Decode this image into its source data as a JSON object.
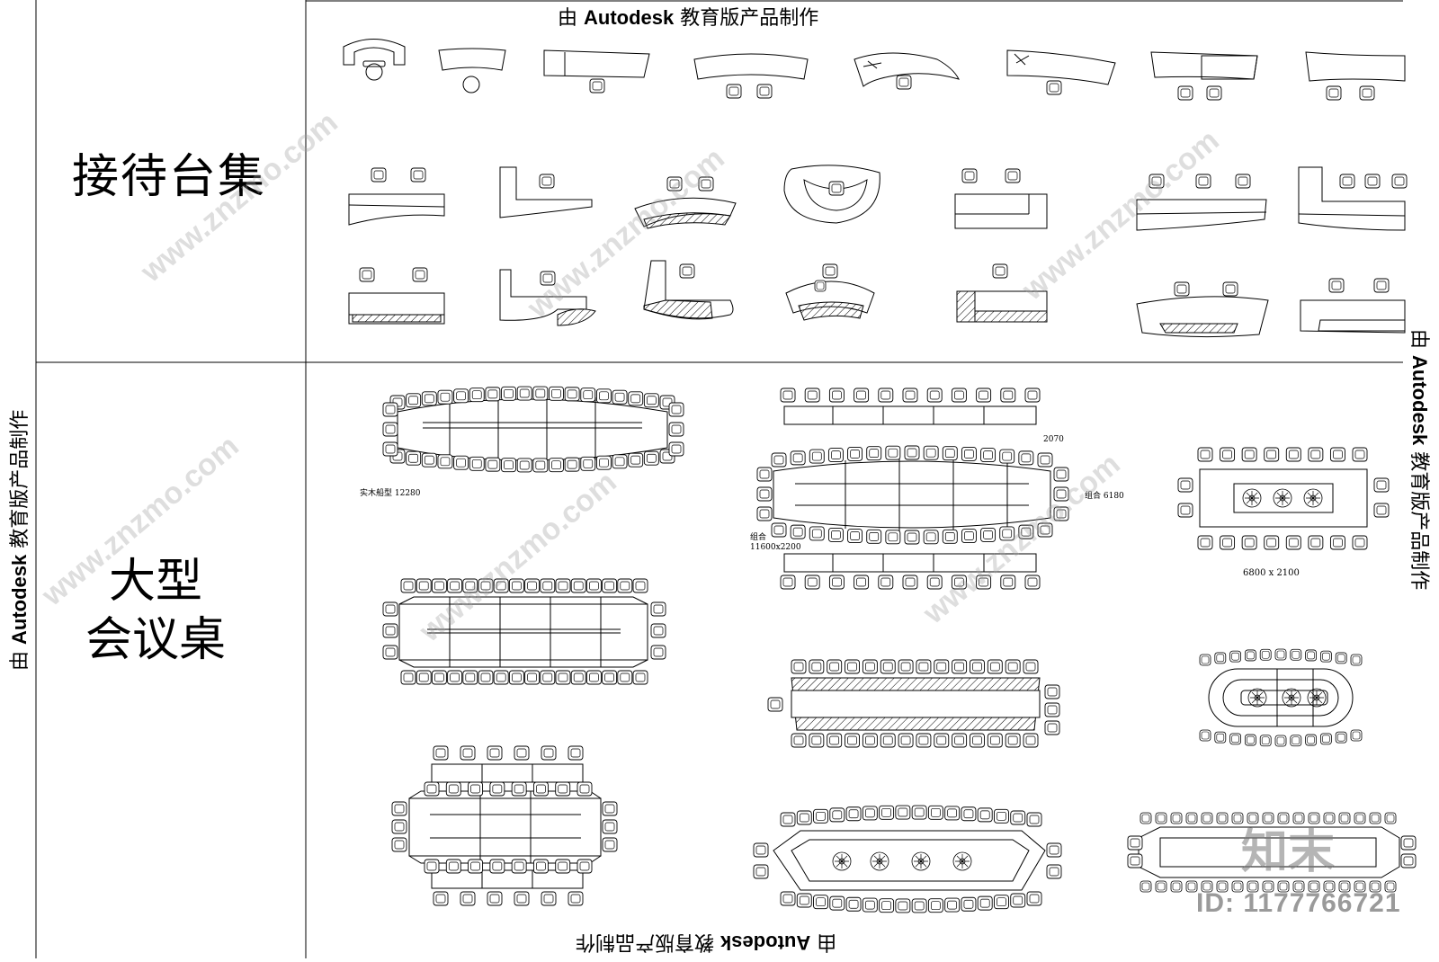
{
  "stamps": {
    "prefix": "由",
    "brand": "Autodesk",
    "suffix": "教育版产品制作"
  },
  "sections": {
    "reception": {
      "title": "接待台集"
    },
    "conference": {
      "title_line1": "大型",
      "title_line2": "会议桌"
    }
  },
  "dimensions": {
    "solid_wood_boat": "实木船型 12280",
    "combo_length": "2070",
    "combo_right": "组合 6180",
    "combo_left_line1": "组合",
    "combo_left_line2": "11600x2200",
    "rect_table": "6800 x 2100"
  },
  "watermark": {
    "site": "www.znzmo.com",
    "logo": "知末",
    "id": "ID: 1177766721"
  }
}
